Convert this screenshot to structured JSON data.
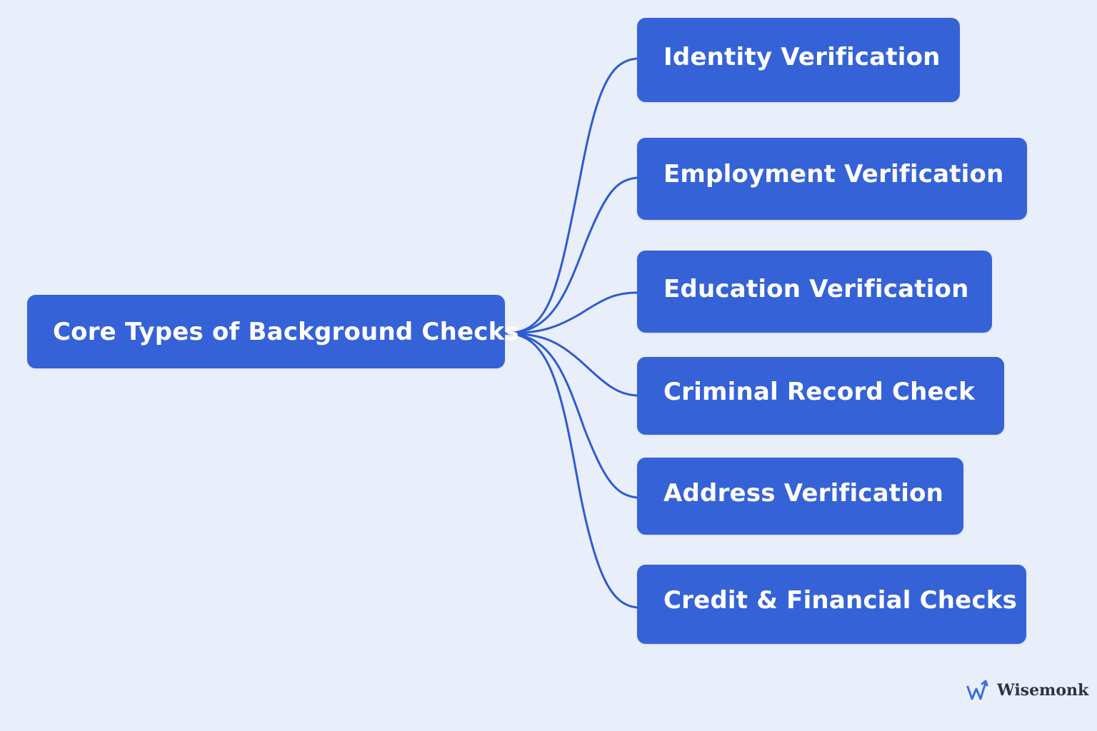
{
  "colors": {
    "background": "#e9eefb",
    "node_fill": "#3562d6",
    "node_text": "#ffffff",
    "connector": "#2f5bd0",
    "brand_text": "#2c3440"
  },
  "diagram": {
    "type": "mind-map",
    "root": {
      "label": "Core Types of Background Checks"
    },
    "children": [
      {
        "label": "Identity Verification"
      },
      {
        "label": "Employment Verification"
      },
      {
        "label": "Education Verification"
      },
      {
        "label": "Criminal Record Check"
      },
      {
        "label": "Address Verification"
      },
      {
        "label": "Credit & Financial Checks"
      }
    ]
  },
  "brand": {
    "name": "Wisemonk",
    "icon": "wisemonk-logo-icon"
  }
}
